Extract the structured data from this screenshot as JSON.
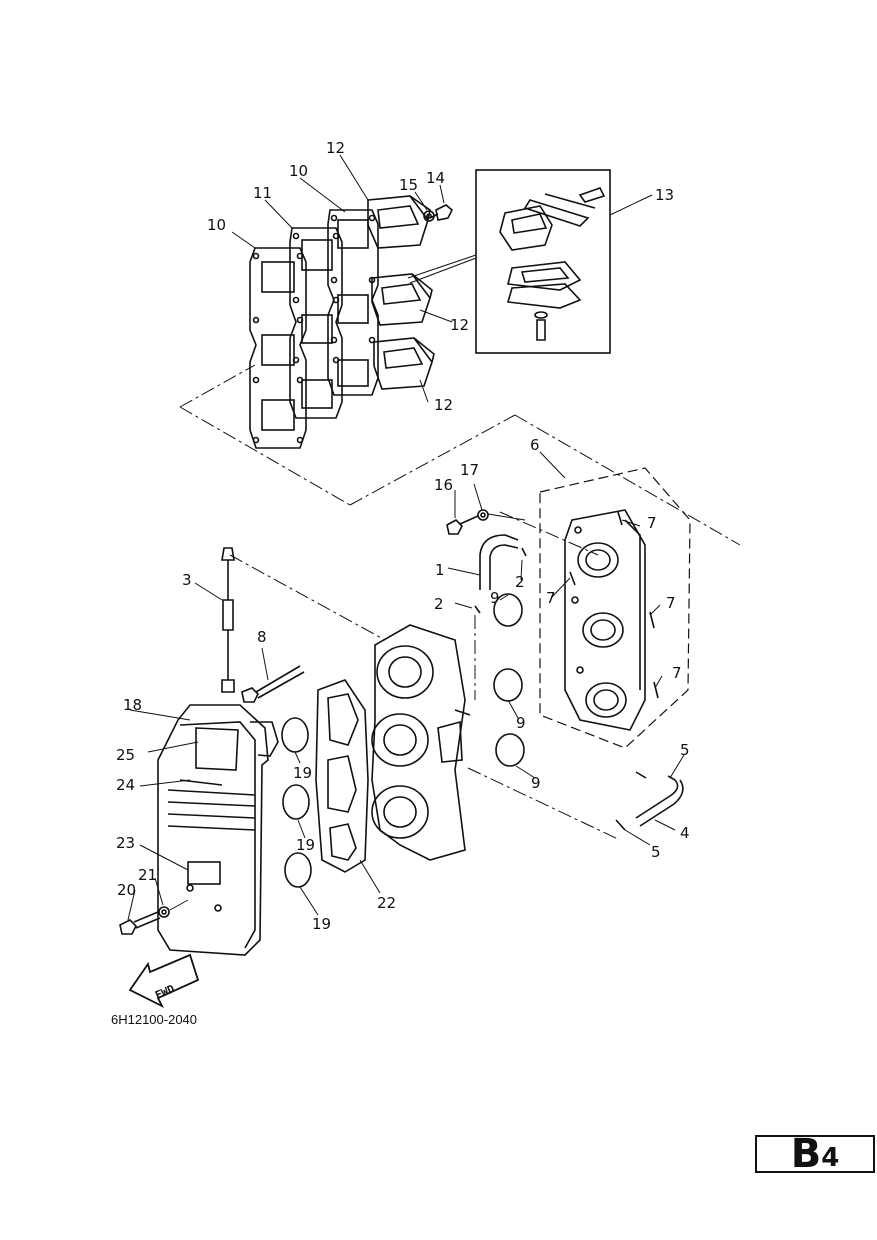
{
  "callouts": {
    "c1": "1",
    "c2a": "2",
    "c2b": "2",
    "c3": "3",
    "c4": "4",
    "c5a": "5",
    "c5b": "5",
    "c6": "6",
    "c7a": "7",
    "c7b": "7",
    "c7c": "7",
    "c7d": "7",
    "c8": "8",
    "c9a": "9",
    "c9b": "9",
    "c9c": "9",
    "c10a": "10",
    "c10b": "10",
    "c11": "11",
    "c12a": "12",
    "c12b": "12",
    "c12c": "12",
    "c13": "13",
    "c14": "14",
    "c15": "15",
    "c16": "16",
    "c17": "17",
    "c18": "18",
    "c19a": "19",
    "c19b": "19",
    "c19c": "19",
    "c20": "20",
    "c21": "21",
    "c22": "22",
    "c23": "23",
    "c24": "24",
    "c25": "25"
  },
  "fwd_label": "FWD",
  "diagram_code": "6H12100-2040",
  "page_badge": {
    "letter": "B",
    "number": "4"
  },
  "icons": {
    "direction": "fwd-arrow-icon"
  }
}
